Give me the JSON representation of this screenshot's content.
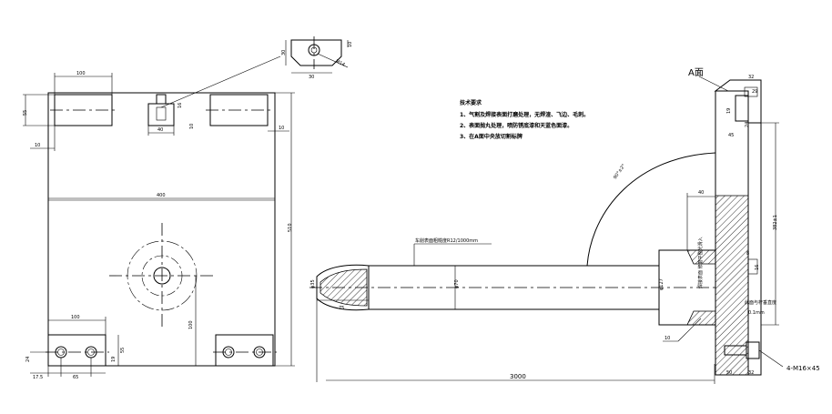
{
  "left_view": {
    "dims": {
      "top_pad_width": "100",
      "pad_height": "55",
      "left_offset": "10",
      "right_offset": "10",
      "bracket_width": "40",
      "bracket_gap": "10",
      "bracket_height": "16",
      "plate_width": "400",
      "plate_height": "510",
      "bottom_pad_width": "100",
      "bottom_center_height": "100",
      "bottom_pad_height": "55",
      "bottom_bolt_offset": "19",
      "bottom_left_edge": "24",
      "bottom_left_17": "17.5",
      "bottom_span_65": "65"
    }
  },
  "detail": {
    "width": "30",
    "height": "30",
    "small": "10",
    "thread": "M14"
  },
  "notes": {
    "title": "技术要求",
    "items": [
      "1、气割及焊接表面打磨处理，无焊渣、飞边、毛刺。",
      "2、表面抛丸处理，喷防锈底漆和天蓝色面漆。",
      "3、在A面中央放切割标牌"
    ]
  },
  "right_view": {
    "view_label": "A面",
    "rod_label": "车削表面粗糙度R12/1000mm",
    "angle_label": "90°±2°",
    "dia_rod": "φ70",
    "dia_tip": "φ35",
    "dia_inner": "φ127",
    "tip_len": "75",
    "total_len": "3000",
    "weld_label": "焊接表面\n修磨平整光滑入",
    "flange_note": "此面与杆垂直度",
    "perp_value": "0.1mm",
    "offset_40": "40",
    "dim_8": "8",
    "dim_16": "16",
    "dim_382": "382±1",
    "weld_10": "10",
    "bolt_label": "4-M16×45",
    "flange_w": "50",
    "flange_w2": "32",
    "top_32": "32",
    "top_29": "29",
    "top_19": "19",
    "top_24": "24",
    "top_45": "45"
  }
}
